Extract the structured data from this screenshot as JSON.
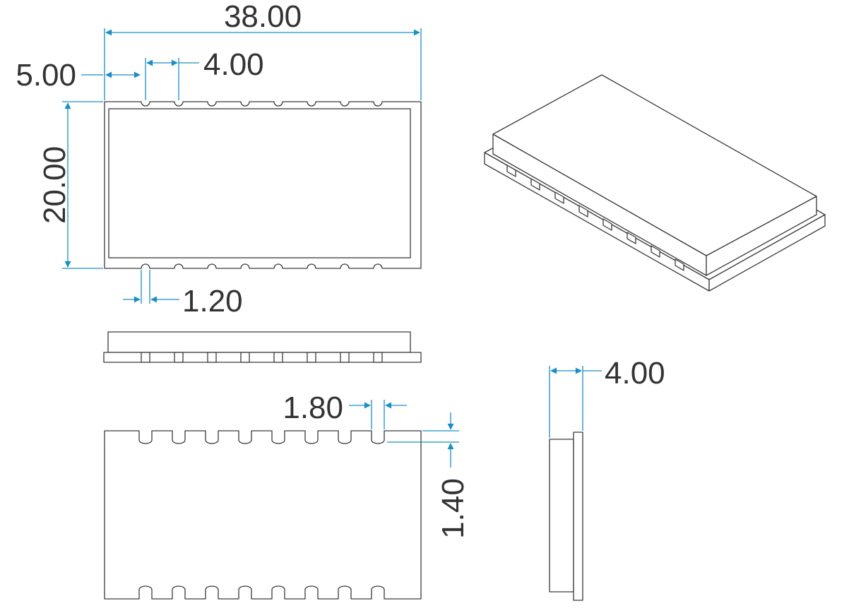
{
  "dimensions": {
    "overall_length": "38.00",
    "overall_width": "20.00",
    "first_pad_offset": "5.00",
    "pad_pitch": "4.00",
    "pad_width": "1.20",
    "pad_slot_width": "1.80",
    "pad_slot_depth": "1.40",
    "module_height": "4.00"
  },
  "colors": {
    "dimension_line": "#1a8fc4",
    "outline": "#3a3a3a"
  }
}
